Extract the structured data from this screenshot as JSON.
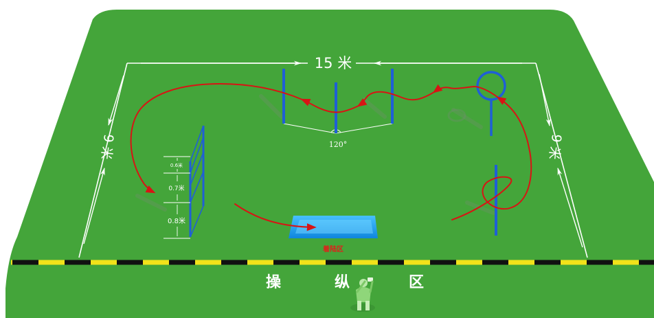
{
  "field": {
    "top_dimension": "15 米",
    "left_dimension": "9 米",
    "right_dimension": "9 米",
    "pole_angle": "120°",
    "gate_gaps": [
      "0.6米",
      "0.7米",
      "0.8米"
    ],
    "landing_zone_label": "着陆区",
    "operator_zone_label": [
      "操",
      "纵",
      "区"
    ]
  },
  "colors": {
    "field_green": "#44a53a",
    "border_green": "#3a9a33",
    "pole_blue": "#1f5fd6",
    "flight_path_red": "#d81414",
    "landing_pad_blue": "#1a9cf0",
    "landing_label_red": "#e0201a",
    "stripe_yellow": "#f2e21a",
    "stripe_black": "#111111"
  },
  "icons": {
    "operator": "pilot-figure-icon"
  }
}
